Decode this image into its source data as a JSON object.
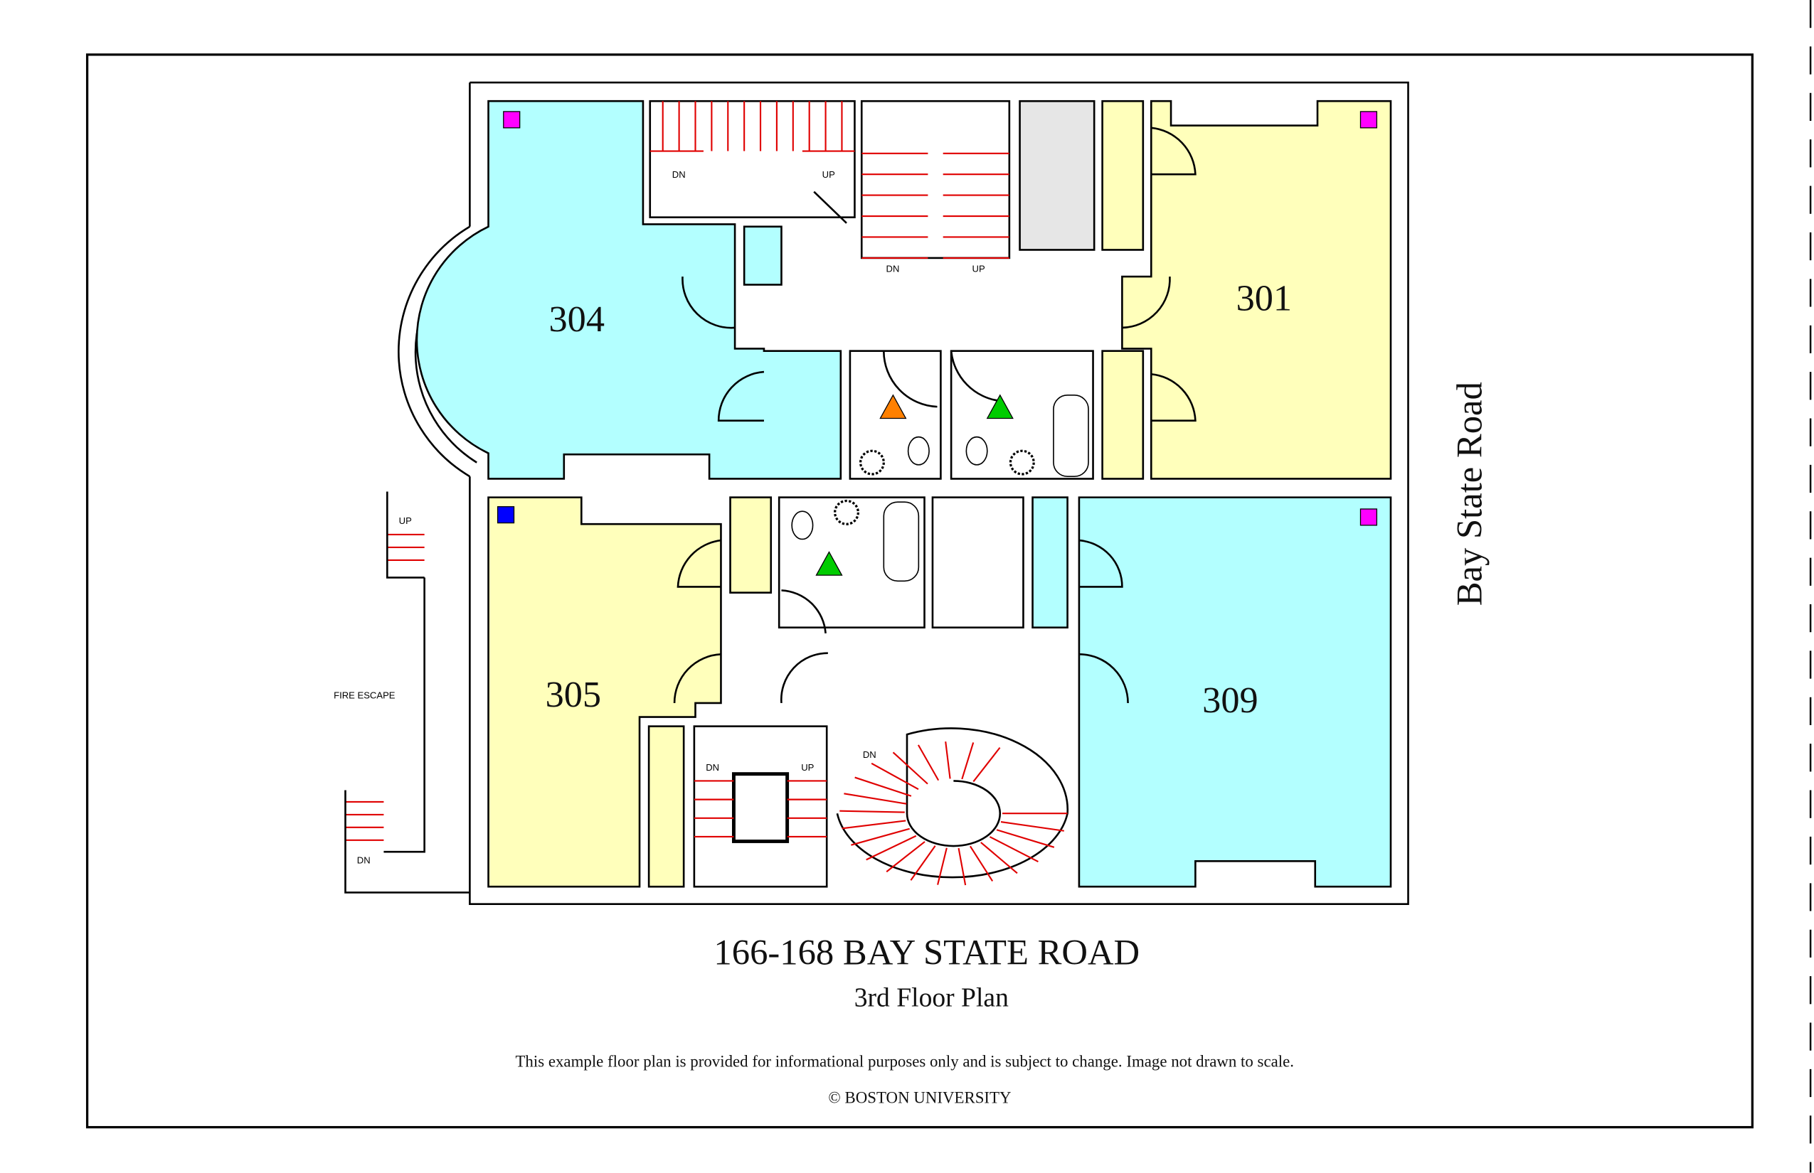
{
  "title": "166-168 BAY STATE ROAD",
  "subtitle": "3rd Floor Plan",
  "disclaimer": "This example floor plan is provided for informational purposes only and is subject to change. Image not drawn to scale.",
  "copyright": "© BOSTON UNIVERSITY",
  "street_label": "Bay State Road",
  "rooms": [
    {
      "number": "304",
      "color": "#b3ffff"
    },
    {
      "number": "301",
      "color": "#ffffbb"
    },
    {
      "number": "305",
      "color": "#ffffbb"
    },
    {
      "number": "309",
      "color": "#b3ffff"
    }
  ],
  "labels": {
    "dn": "DN",
    "up": "UP",
    "fire_escape": "FIRE ESCAPE"
  },
  "markers": {
    "magenta": "#ff00ff",
    "blue": "#0000ff",
    "orange": "#ff8000",
    "green": "#00cc00"
  },
  "colors": {
    "closet_gray": "#e6e6e6",
    "stair_red": "#e00000"
  }
}
